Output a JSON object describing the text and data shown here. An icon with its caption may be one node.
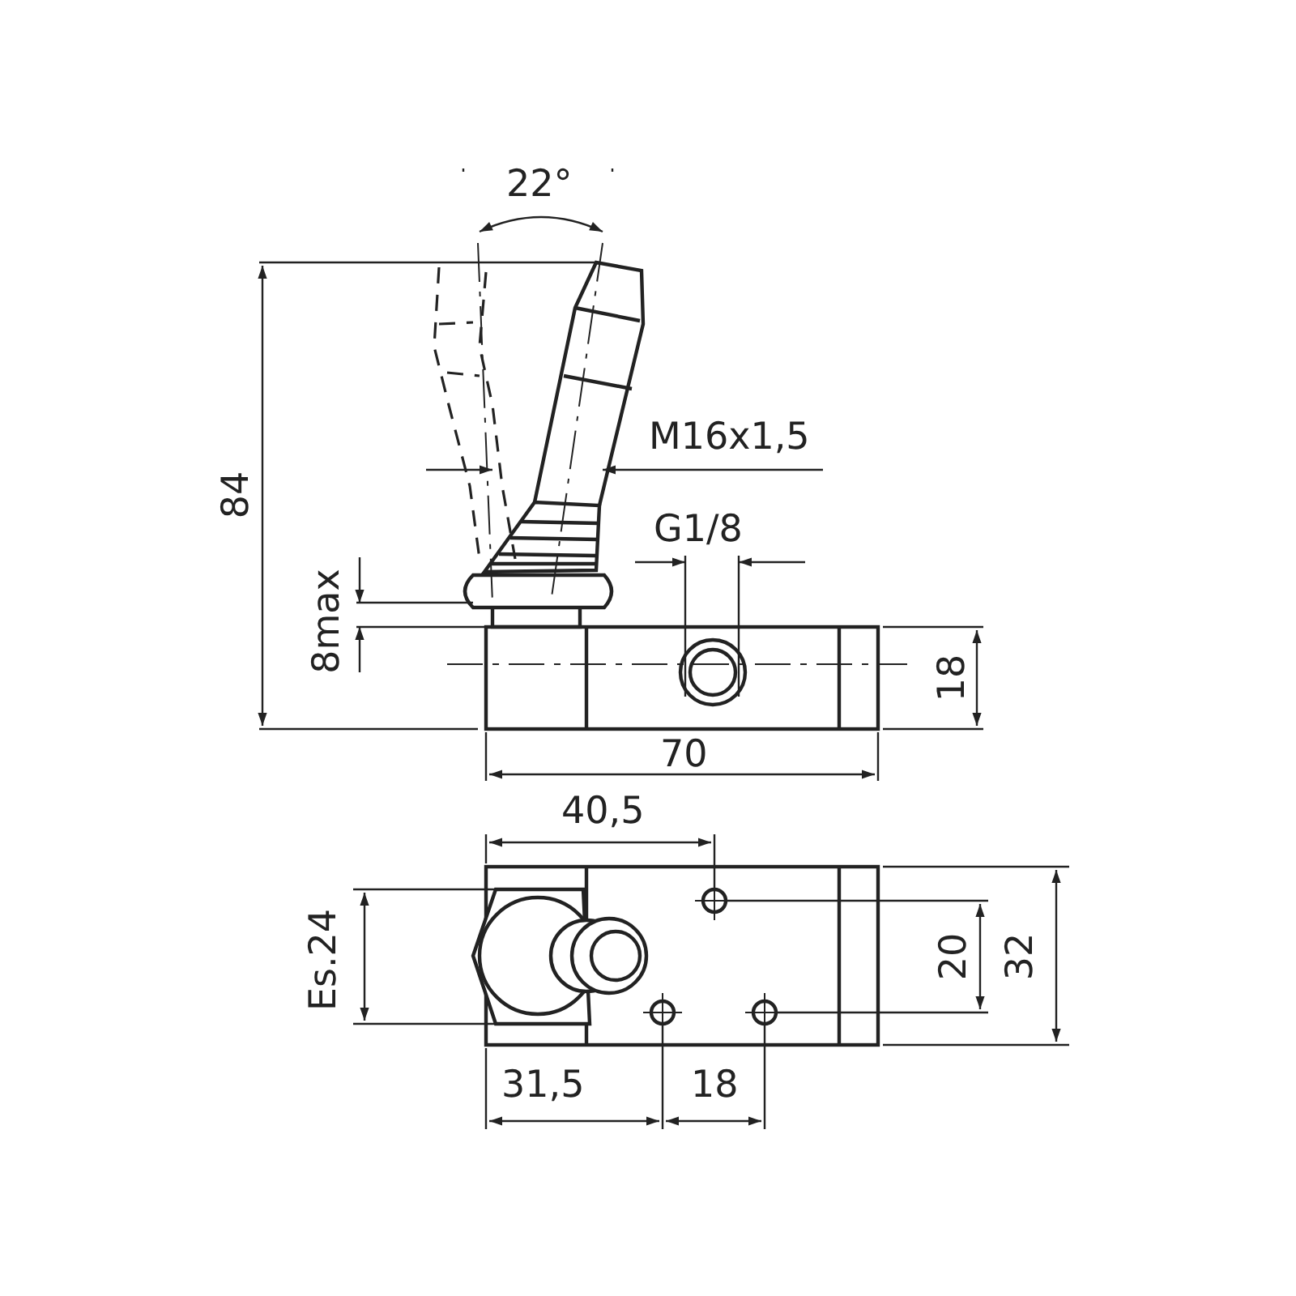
{
  "diagram": {
    "labels": [
      "22°",
      "84",
      "M16x1,5",
      "G1/8",
      "8max",
      "18",
      "70",
      "40,5",
      "Es.24",
      "20",
      "32",
      "31,5",
      "18"
    ]
  }
}
